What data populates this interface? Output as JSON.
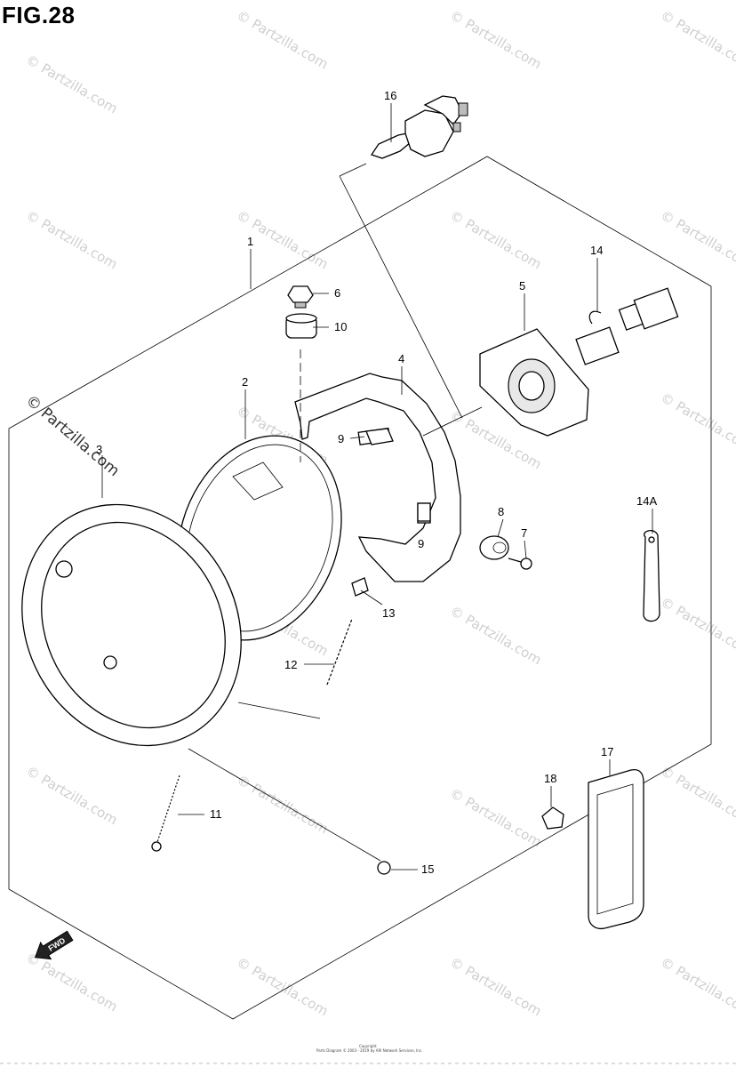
{
  "figure": {
    "title": "FIG.28"
  },
  "watermark": {
    "text": "© Partzilla.com",
    "featured_text": "© Partzilla.com"
  },
  "callouts": [
    {
      "id": "c1",
      "label": "1"
    },
    {
      "id": "c2",
      "label": "2"
    },
    {
      "id": "c3",
      "label": "3"
    },
    {
      "id": "c4",
      "label": "4"
    },
    {
      "id": "c5",
      "label": "5"
    },
    {
      "id": "c6",
      "label": "6"
    },
    {
      "id": "c7",
      "label": "7"
    },
    {
      "id": "c8",
      "label": "8"
    },
    {
      "id": "c9a",
      "label": "9"
    },
    {
      "id": "c9b",
      "label": "9"
    },
    {
      "id": "c10",
      "label": "10"
    },
    {
      "id": "c11",
      "label": "11"
    },
    {
      "id": "c12",
      "label": "12"
    },
    {
      "id": "c13",
      "label": "13"
    },
    {
      "id": "c14",
      "label": "14"
    },
    {
      "id": "c14a",
      "label": "14A"
    },
    {
      "id": "c15",
      "label": "15"
    },
    {
      "id": "c16",
      "label": "16"
    },
    {
      "id": "c17",
      "label": "17"
    },
    {
      "id": "c18",
      "label": "18"
    }
  ],
  "fwd_arrow": {
    "label": "FWD"
  },
  "footer": {
    "line1": "Copyright",
    "line2": "Parts Diagram © 2003 - 2019 by ARI Network Services, Inc."
  },
  "colors": {
    "background": "#ffffff",
    "line": "#000000",
    "watermark": "#cfcfcf"
  }
}
